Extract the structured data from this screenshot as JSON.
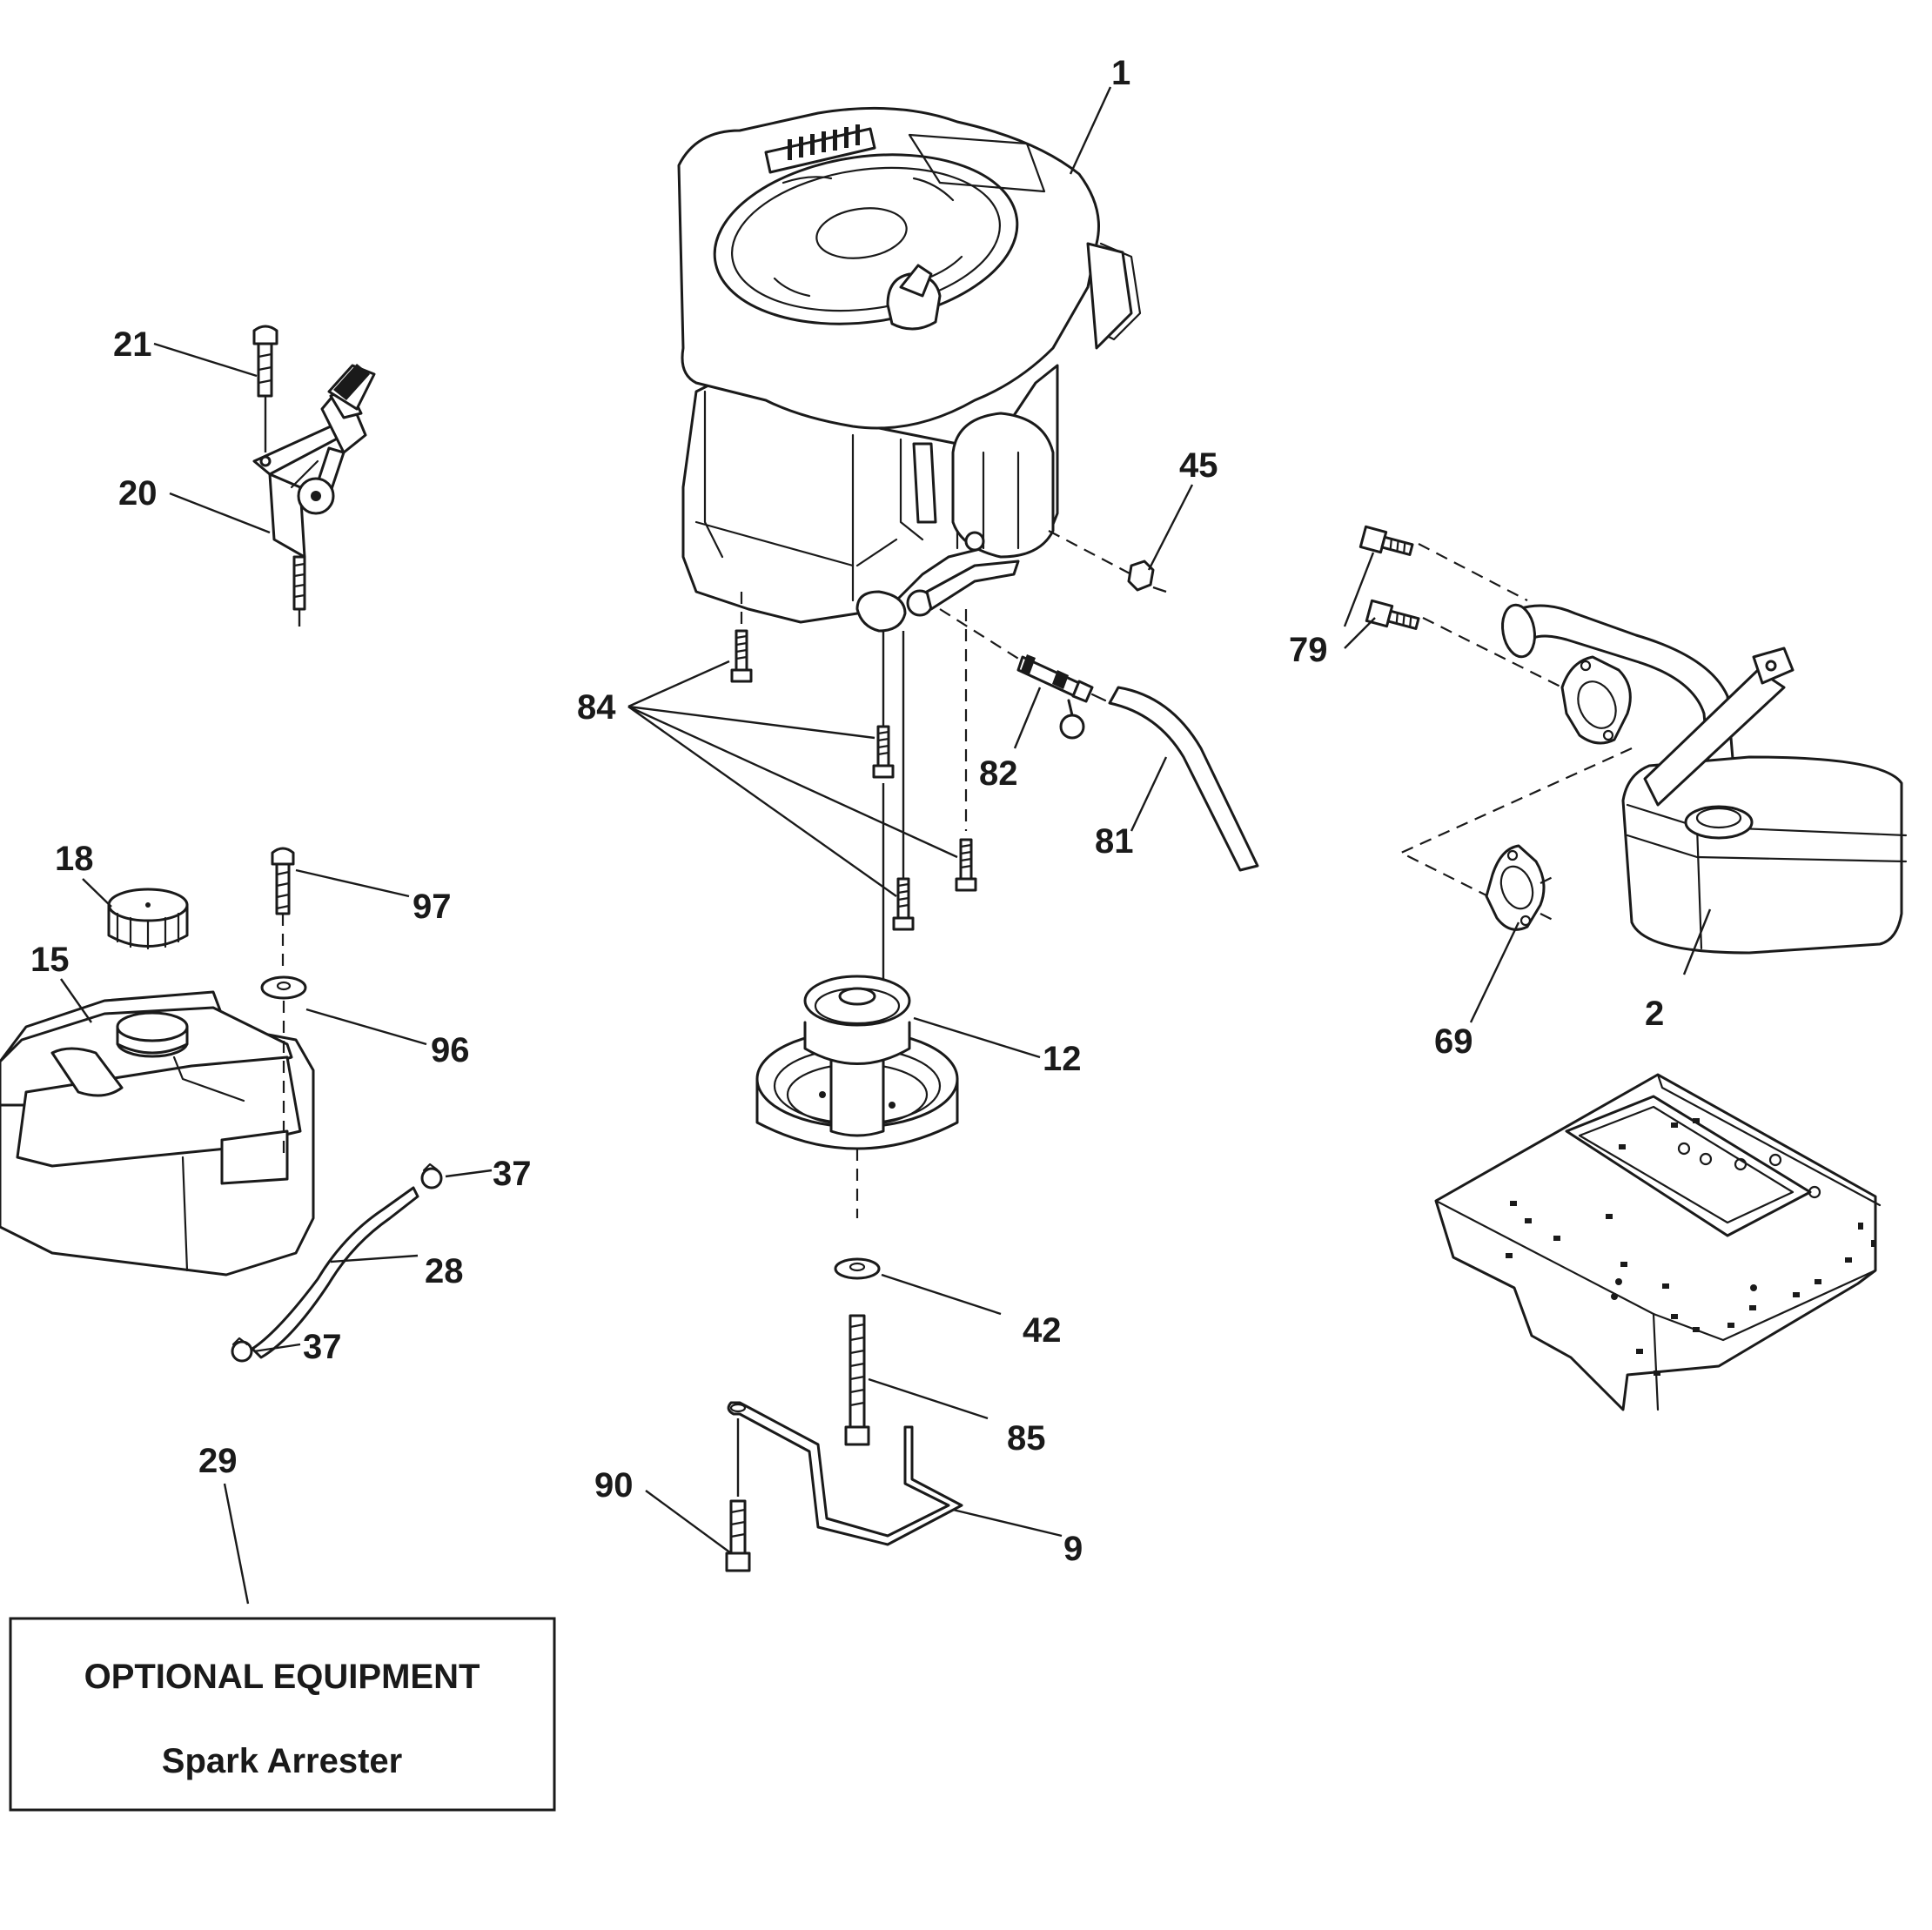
{
  "diagram": {
    "callouts": {
      "c1": "1",
      "c2": "2",
      "c9": "9",
      "c12": "12",
      "c15": "15",
      "c18": "18",
      "c20": "20",
      "c21": "21",
      "c28": "28",
      "c29": "29",
      "c37a": "37",
      "c37b": "37",
      "c42": "42",
      "c45": "45",
      "c69": "69",
      "c79": "79",
      "c81": "81",
      "c82": "82",
      "c84": "84",
      "c85": "85",
      "c90": "90",
      "c96": "96",
      "c97": "97"
    },
    "note": {
      "line1": "OPTIONAL EQUIPMENT",
      "line2": "Spark Arrester"
    }
  }
}
